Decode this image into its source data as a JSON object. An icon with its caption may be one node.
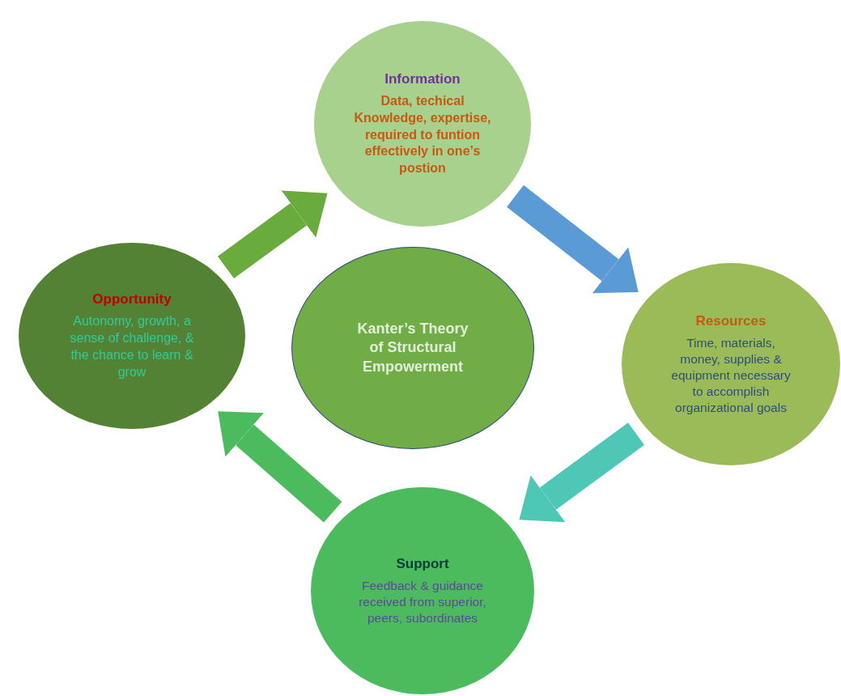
{
  "diagram": {
    "nodes": [
      {
        "text": [
          "Kanter’s Theory of Structural Empowerment"
        ]
      },
      {
        "text": [
          "Information",
          "Data, techical Knowledge, expertise, required to funtion effectively in one’s postion"
        ]
      },
      {
        "text": [
          "Resources",
          "Time, materials, money, supplies & equipment necessary to accomplish organizational goals"
        ]
      },
      {
        "text": [
          "Support",
          "Feedback & guidance received from superior, peers, subordinates"
        ]
      },
      {
        "text": [
          "Opportunity",
          "Autonomy, growth, a sense of challenge, & the chance to learn & grow"
        ]
      }
    ],
    "edges": [
      {
        "from": 4,
        "to": 1,
        "arrow": "to",
        "color": "#6aab3d"
      },
      {
        "from": 1,
        "to": 2,
        "arrow": "to",
        "color": "#5b9bd5"
      },
      {
        "from": 2,
        "to": 3,
        "arrow": "to",
        "color": "#4fc7b6"
      },
      {
        "from": 3,
        "to": 4,
        "arrow": "to",
        "color": "#4cbb5e"
      }
    ]
  }
}
